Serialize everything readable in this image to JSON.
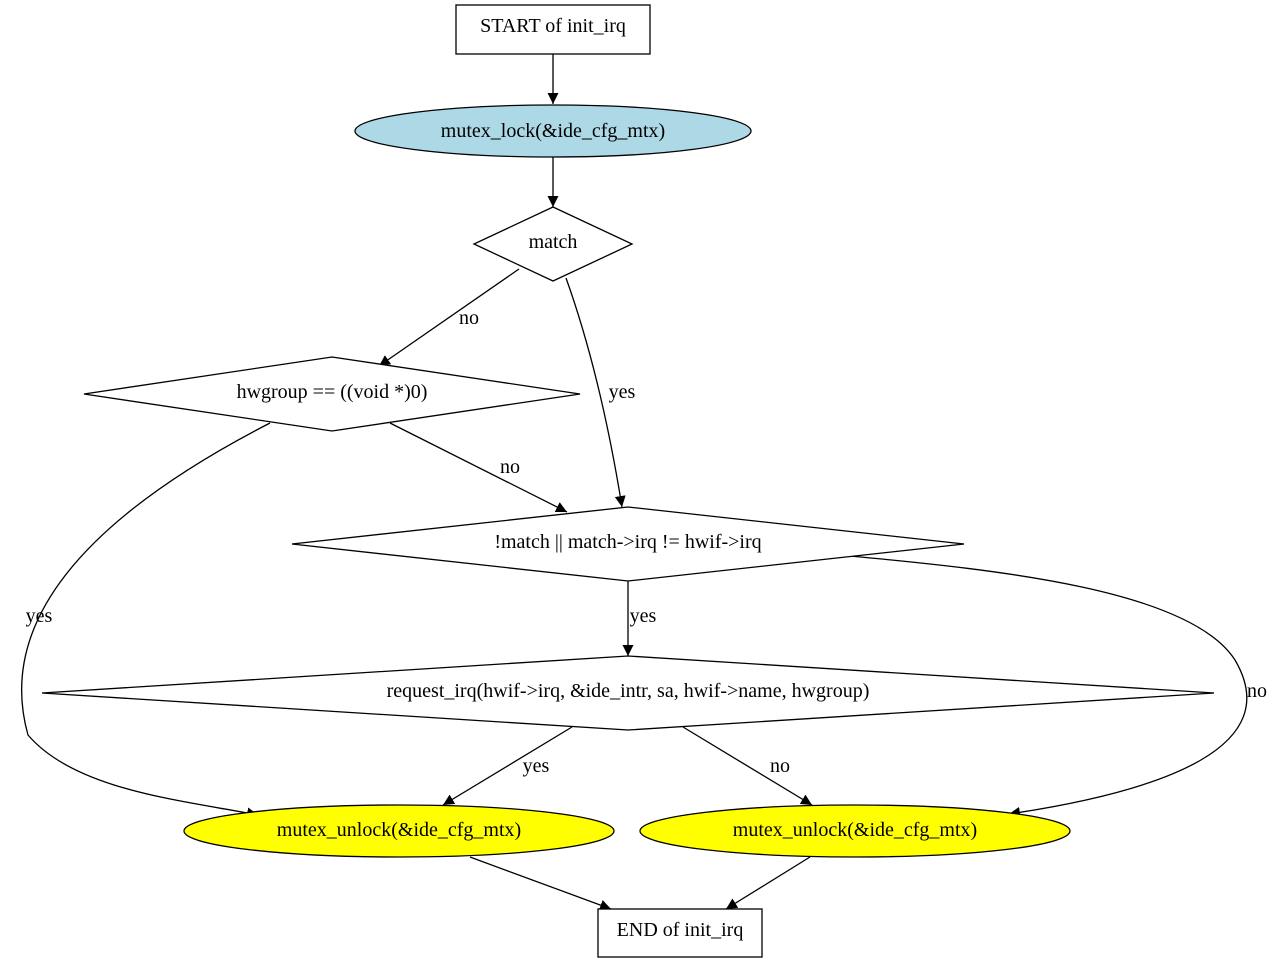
{
  "nodes": {
    "start": {
      "label": "START of init_irq"
    },
    "lock": {
      "label": "mutex_lock(&ide_cfg_mtx)",
      "fill": "#add8e6"
    },
    "match": {
      "label": "match"
    },
    "hwgroup": {
      "label": "hwgroup == ((void *)0)"
    },
    "cond_irq": {
      "label": "!match || match->irq != hwif->irq"
    },
    "request": {
      "label": "request_irq(hwif->irq, &ide_intr, sa, hwif->name, hwgroup)"
    },
    "unlock_left": {
      "label": "mutex_unlock(&ide_cfg_mtx)",
      "fill": "#ffff00"
    },
    "unlock_right": {
      "label": "mutex_unlock(&ide_cfg_mtx)",
      "fill": "#ffff00"
    },
    "end": {
      "label": "END of init_irq"
    }
  },
  "edges": {
    "match_no": "no",
    "match_yes": "yes",
    "hwgroup_no": "no",
    "hwgroup_yes": "yes",
    "cond_yes": "yes",
    "cond_no": "no",
    "request_yes": "yes",
    "request_no": "no"
  }
}
